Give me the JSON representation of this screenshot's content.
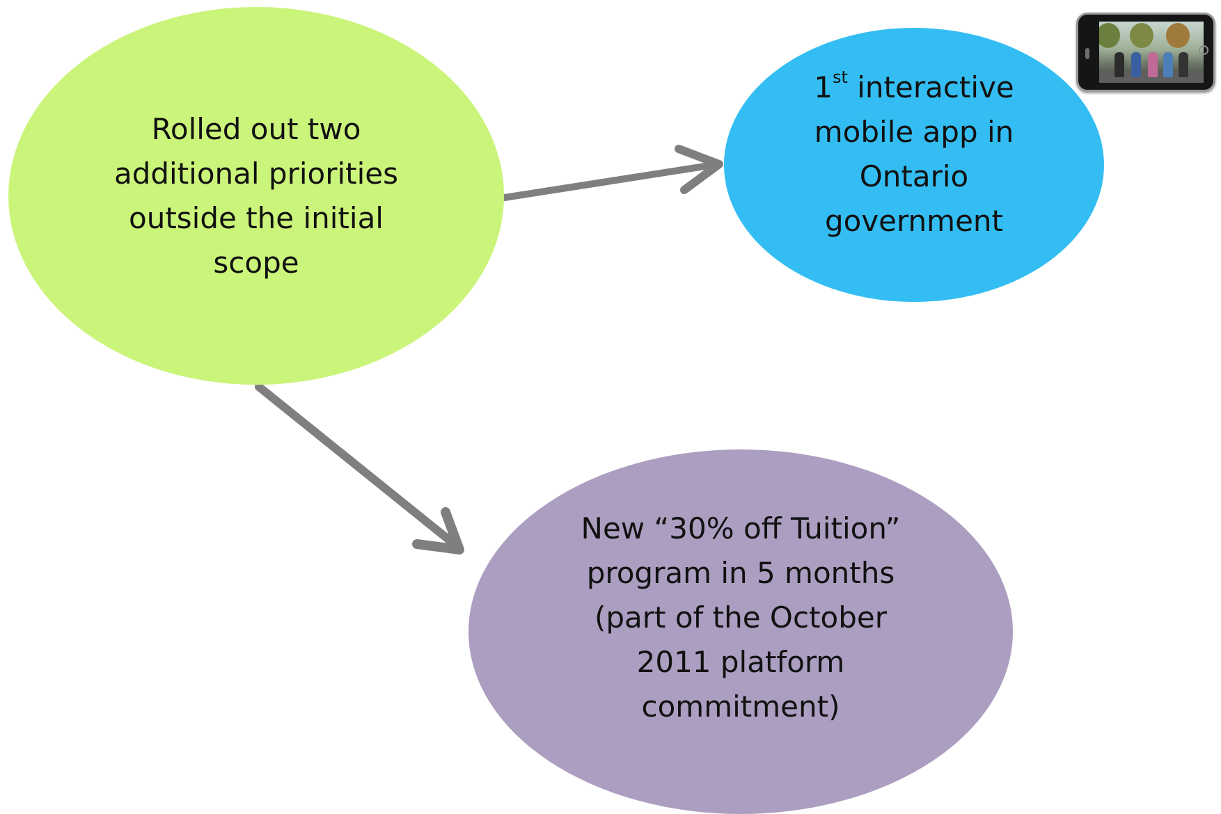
{
  "colors": {
    "green": "#cbf47a",
    "blue": "#33bdf2",
    "purple": "#ac9ec0",
    "arrow": "#7f7f7f"
  },
  "nodes": {
    "scope": {
      "lines": [
        "Rolled out two",
        "additional priorities",
        "outside the initial",
        "scope"
      ]
    },
    "mobile": {
      "line1_num": "1",
      "line1_sup": "st",
      "line1_rest": " interactive",
      "lines": [
        "mobile app in",
        "Ontario",
        "government"
      ]
    },
    "tuition": {
      "lines": [
        "New  “30% off Tuition”",
        "program in 5 months",
        "(part of the October",
        "2011 platform",
        "commitment)"
      ]
    }
  },
  "icons": {
    "phone": "smartphone-photo-icon"
  }
}
